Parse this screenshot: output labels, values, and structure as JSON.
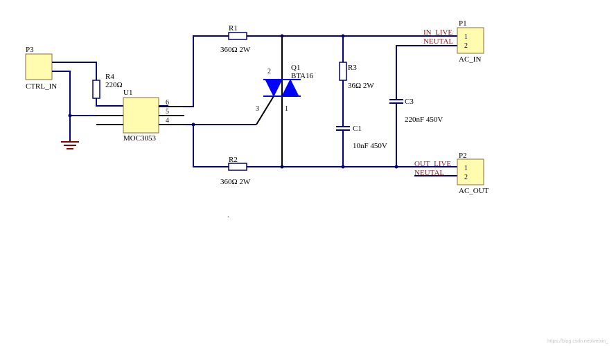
{
  "schematic": {
    "connectors": {
      "p3": {
        "ref": "P3",
        "name": "CTRL_IN"
      },
      "p1": {
        "ref": "P1",
        "name": "AC_IN",
        "pins": [
          "1",
          "2"
        ]
      },
      "p2": {
        "ref": "P2",
        "name": "AC_OUT",
        "pins": [
          "1",
          "2"
        ]
      }
    },
    "resistors": {
      "r1": {
        "ref": "R1",
        "value": "360Ω 2W"
      },
      "r2": {
        "ref": "R2",
        "value": "360Ω 2W"
      },
      "r3": {
        "ref": "R3",
        "value": "36Ω 2W"
      },
      "r4": {
        "ref": "R4",
        "value": "220Ω"
      }
    },
    "capacitors": {
      "c1": {
        "ref": "C1",
        "value": "10nF 450V"
      },
      "c3": {
        "ref": "C3",
        "value": "220nF 450V"
      }
    },
    "opto": {
      "ref": "U1",
      "part": "MOC3053",
      "pins": [
        "6",
        "5",
        "4"
      ]
    },
    "triac": {
      "ref": "Q1",
      "part": "BTA16",
      "pins": [
        "2",
        "3",
        "1"
      ]
    },
    "nets": {
      "in_live": "IN_LIVE",
      "in_neutral": "NEUTAL",
      "out_live": "OUT_LIVE",
      "out_neutral": "NEUTAL"
    },
    "colors": {
      "wire": "#000080",
      "component_fill": "#fffcb0",
      "triac": "#0000ff",
      "net_label": "#8b1a1a",
      "ground": "#8b0000"
    }
  },
  "footer": {
    "dot": ".",
    "watermark": "https://blog.csdn.net/weixin_"
  }
}
